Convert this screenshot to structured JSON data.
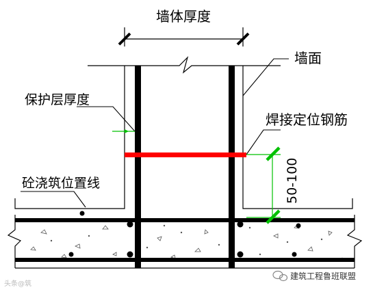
{
  "labels": {
    "wall_thickness": "墙体厚度",
    "wall_face": "墙面",
    "cover_thickness": "保护层厚度",
    "welded_positioning_bar": "焊接定位钢筋",
    "concrete_pour_line": "砼浇筑位置线",
    "spacing": "50-100"
  },
  "footer": {
    "left_watermark": "头条@筑",
    "right_watermark": "建筑工程鲁班联盟"
  },
  "colors": {
    "line": "#000000",
    "positioning_bar": "#ff0000",
    "dimension": "#00c000",
    "concrete_fill": "#ffffff"
  },
  "icons": {
    "wechat": "wechat-icon"
  }
}
